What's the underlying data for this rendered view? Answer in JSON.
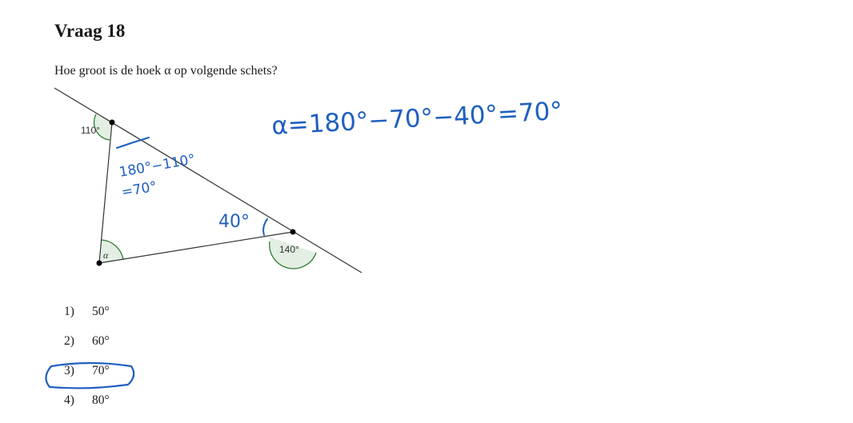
{
  "title": "Vraag 18",
  "question": "Hoe groot is de hoek α op volgende schets?",
  "sketch": {
    "angle_top": "110°",
    "angle_right": "140°",
    "angle_alpha": "α",
    "ink_color": "#1f5fbf",
    "fill_color": "#e3efe3",
    "arc_color": "#2e7d32",
    "handwriting": {
      "formula": "α=180°−70°−40°=70°",
      "note_line1": "180°−110°",
      "note_line2": "=70°",
      "angle_note": "40°"
    }
  },
  "answers": [
    {
      "num": "1)",
      "value": "50°",
      "selected": false
    },
    {
      "num": "2)",
      "value": "60°",
      "selected": false
    },
    {
      "num": "3)",
      "value": "70°",
      "selected": true
    },
    {
      "num": "4)",
      "value": "80°",
      "selected": false
    }
  ]
}
